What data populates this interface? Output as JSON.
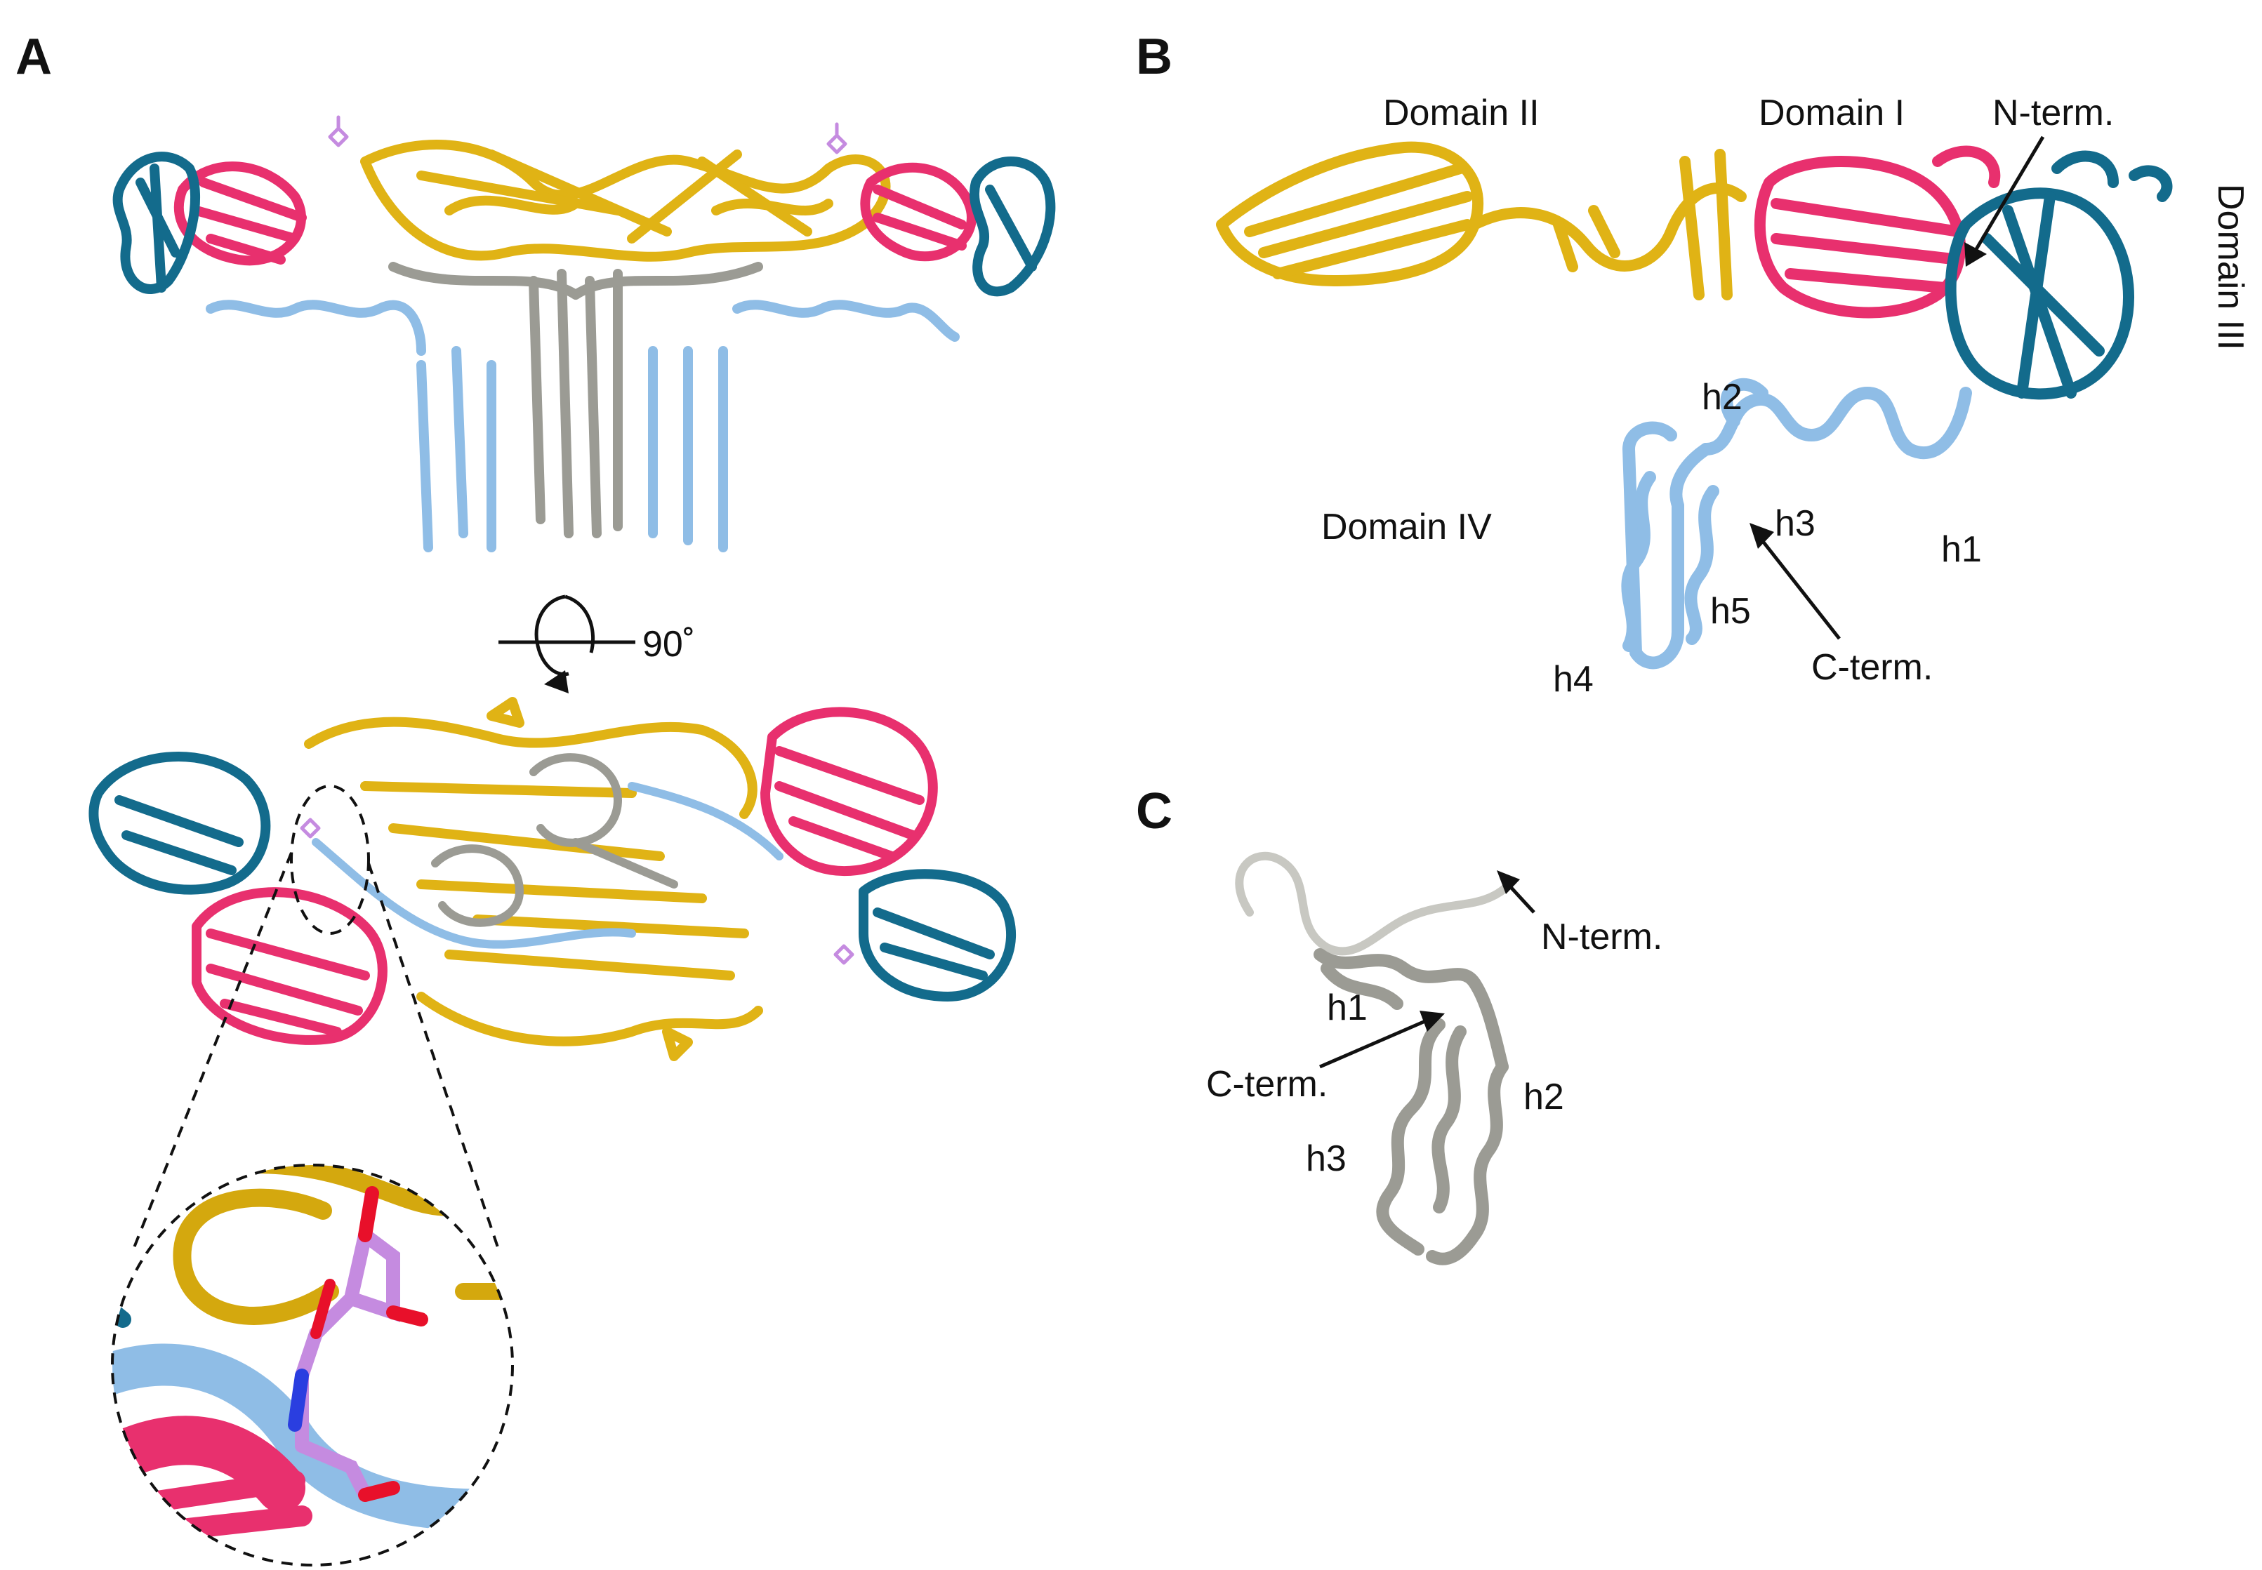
{
  "panels": {
    "a": {
      "letter": "A",
      "rotation_label": "90˚"
    },
    "b": {
      "letter": "B",
      "labels": {
        "domain_ii": "Domain II",
        "domain_i": "Domain I",
        "n_term": "N-term.",
        "domain_iii": "Domain III",
        "domain_iv": "Domain IV",
        "h1": "h1",
        "h2": "h2",
        "h3": "h3",
        "h4": "h4",
        "h5": "h5",
        "c_term": "C-term."
      }
    },
    "c": {
      "letter": "C",
      "labels": {
        "n_term": "N-term.",
        "h1": "h1",
        "c_term": "C-term.",
        "h2": "h2",
        "h3": "h3"
      }
    }
  },
  "colors": {
    "domain_i": "#e8306e",
    "domain_ii": "#e0b315",
    "domain_iii": "#136b8c",
    "domain_iv": "#8fbde6",
    "central": "#9b9b94",
    "ligand": "#c58be0",
    "oxygen": "#e8102a",
    "nitrogen": "#2a3ee0"
  }
}
